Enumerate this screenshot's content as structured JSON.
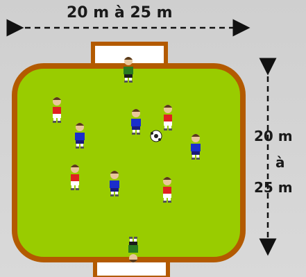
{
  "labels": {
    "width": "20 m à 25 m",
    "length_line1": "20 m",
    "length_line2": "à",
    "length_line3": "25 m"
  },
  "colors": {
    "pitch": "#99cc00",
    "border": "#b35a00",
    "team_red": "#e02020",
    "team_blue": "#1a2ecc",
    "goalkeeper": "#2a7a20"
  }
}
